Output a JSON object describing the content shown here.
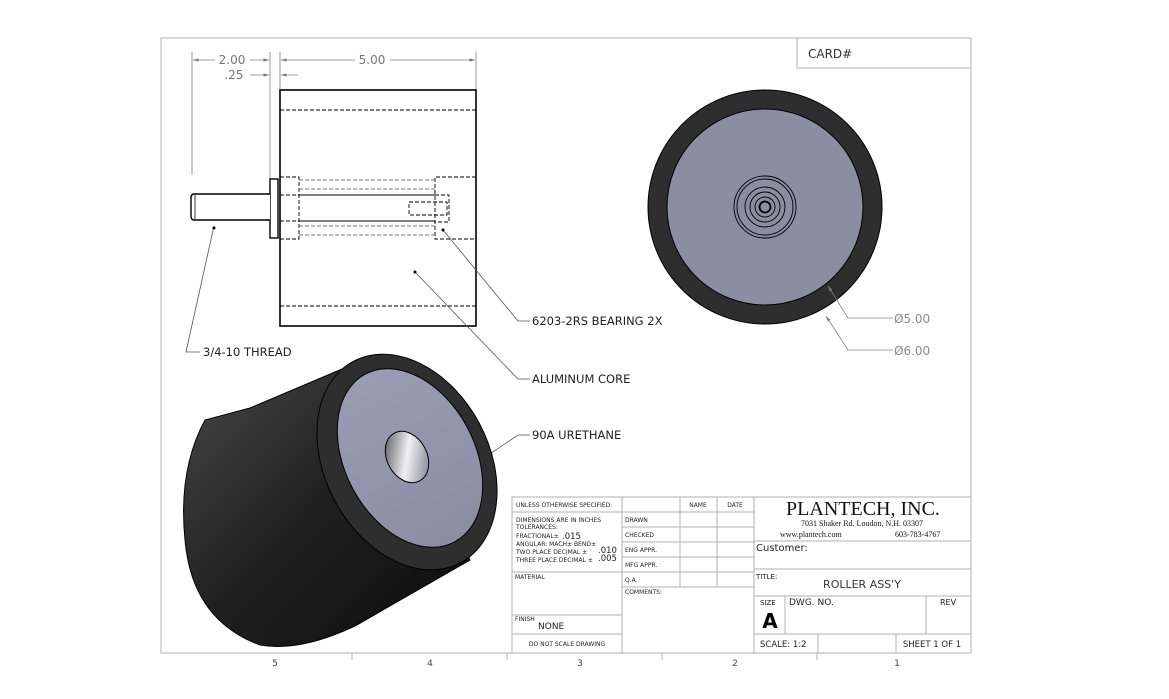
{
  "card_label": "CARD#",
  "dimensions": {
    "shaft_length": "2.00",
    "flange_thickness": ".25",
    "roller_width": "5.00",
    "core_diameter": "Ø5.00",
    "outer_diameter": "Ø6.00"
  },
  "callouts": {
    "thread": "3/4-10 THREAD",
    "bearing": "6203-2RS BEARING  2X",
    "core": "ALUMINUM CORE",
    "urethane": "90A URETHANE"
  },
  "tolerance_block": {
    "header": "UNLESS OTHERWISE SPECIFIED:",
    "line1": "DIMENSIONS ARE IN INCHES",
    "line2": "TOLERANCES:",
    "fractional": "FRACTIONAL±",
    "fractional_val": ".015",
    "angular": "ANGULAR: MACH±      BEND±",
    "two_place": "TWO PLACE DECIMAL   ±",
    "two_place_val": ".010",
    "three_place": "THREE PLACE DECIMAL ±",
    "three_place_val": ".005",
    "material_label": "MATERIAL",
    "finish_label": "FINISH",
    "finish_value": "NONE",
    "do_not_scale": "DO NOT SCALE DRAWING"
  },
  "signoff": {
    "col_name": "NAME",
    "col_date": "DATE",
    "rows": [
      "DRAWN",
      "CHECKED",
      "ENG APPR.",
      "MFG APPR.",
      "Q.A."
    ],
    "comments_label": "COMMENTS:"
  },
  "company": {
    "name": "PLANTECH, INC.",
    "address": "7031 Shaker Rd. Loudon, N.H. 03307",
    "website": "www.plantech.com",
    "phone": "603-783-4767"
  },
  "title_block": {
    "customer_label": "Customer:",
    "title_label": "TITLE:",
    "title_value": "ROLLER ASS'Y",
    "size_label": "SIZE",
    "size_value": "A",
    "dwg_no_label": "DWG.  NO.",
    "rev_label": "REV",
    "scale": "SCALE: 1:2",
    "sheet": "SHEET 1 OF 1"
  },
  "zones": [
    "5",
    "4",
    "3",
    "2",
    "1"
  ],
  "colors": {
    "urethane": "#2e2e2e",
    "core": "#8b8da3",
    "border": "#b0b0b0",
    "line": "#000000",
    "dim": "#808080"
  }
}
